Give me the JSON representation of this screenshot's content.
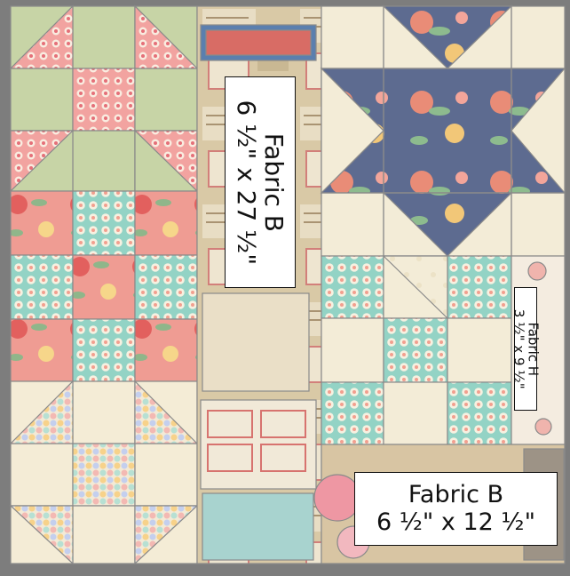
{
  "labels": {
    "fabric_b_tall": {
      "name": "Fabric B",
      "size": "6 ½\" x 27 ½\""
    },
    "fabric_h": {
      "name": "Fabric H",
      "size": "3 ½\" x 9 ½\""
    },
    "fabric_b_wide": {
      "name": "Fabric B",
      "size": "6 ½\" x 12 ½\""
    }
  },
  "colors": {
    "border_gray": "#7d7d7d",
    "cream": "#f4ecd6",
    "sage_green": "#c9d6a8",
    "coral_pink": "#ee8f88",
    "aqua_dots": "#8fd0c4",
    "navy_floral": "#5b6a8e",
    "parchment": "#d8c7a4"
  }
}
